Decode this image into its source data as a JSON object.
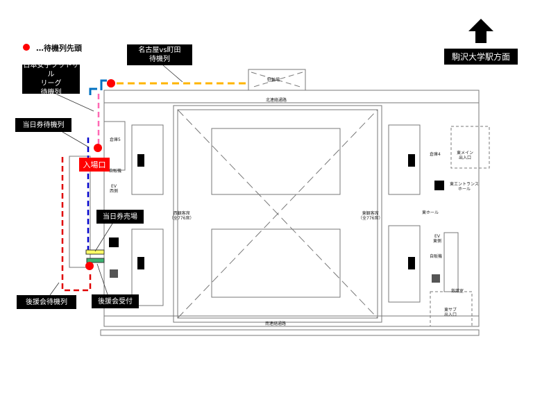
{
  "legend": {
    "marker": "red-dot",
    "text": "…待機列先頭"
  },
  "direction": {
    "icon": "arrow-up-icon",
    "label": "駒沢大学駅方面"
  },
  "callouts": {
    "nagoya_queue": [
      "名古屋vs町田",
      "待機列"
    ],
    "futsal_queue": [
      "日本女子フットサル",
      "リーグ",
      "待機列"
    ],
    "same_day_queue": "当日券待機列",
    "entrance": "入場口",
    "ticket_booth": "当日券売場",
    "supporters_queue": "後援会待機列",
    "supporters_reception": "後援会受付"
  },
  "rooms": {
    "top": "駐輪場",
    "north_passage": "北連絡通路",
    "south_passage": "南連絡通路",
    "west_seats": [
      "西観客席",
      "（全776席）"
    ],
    "east_seats": [
      "東観客席",
      "（全776席）"
    ],
    "storage5": "倉庫5",
    "storage4": "倉庫4",
    "vending_w": "自販機",
    "ev_w": [
      "EV",
      "西側"
    ],
    "east_main_entrance": [
      "東メイン",
      "出入口"
    ],
    "east_entrance_hall": [
      "東エントランス",
      "ホール"
    ],
    "east_hall": "東ホール",
    "ev_e": [
      "EV",
      "東側"
    ],
    "vending_e": "自販機",
    "first_aid": "救護室",
    "east_sub_entrance": [
      "東サブ",
      "出入口"
    ]
  },
  "colors": {
    "head": "#ff0000",
    "nagoya": "#ffb400",
    "futsal_bracket": "#0070c0",
    "futsal": "#ff69b4",
    "same_day": "#0000cc",
    "supporters": "#e00000",
    "booth": "#ffff66",
    "reception": "#3cb371"
  }
}
